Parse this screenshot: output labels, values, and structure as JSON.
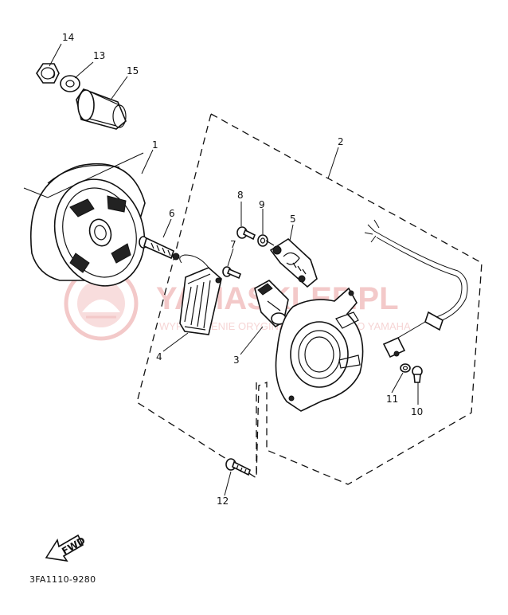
{
  "parts": {
    "p1": "1",
    "p2": "2",
    "p3": "3",
    "p4": "4",
    "p5": "5",
    "p6": "6",
    "p7": "7",
    "p8": "8",
    "p9": "9",
    "p10": "10",
    "p11": "11",
    "p12": "12",
    "p13": "13",
    "p14": "14",
    "p15": "15"
  },
  "fwd_label": "FWD",
  "drawing_code": "3FA1110-9280",
  "watermark": {
    "brand": "YAMASKLEP.PL",
    "tagline": "WYPOSAŻENIE ORYGINALNE CZĘŚCI DO YAMAHA"
  },
  "colors": {
    "ink": "#111111",
    "watermark": "#f0b8b8"
  }
}
